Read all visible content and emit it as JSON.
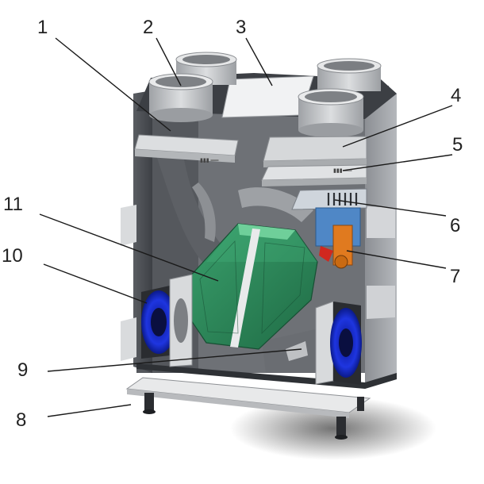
{
  "colors": {
    "background": "#ffffff",
    "casing_dark": "#4a4d52",
    "casing_mid": "#7a7d82",
    "casing_light": "#c9cbce",
    "duct": "#b8babd",
    "heat_exchanger": "#2f8a5c",
    "fan_blue": "#1b2fd6",
    "filter": "#d6d8da",
    "bypass_orange": "#e07a1f",
    "bypass_blue": "#4f87c6"
  },
  "callouts": [
    {
      "id": "1",
      "label": "1"
    },
    {
      "id": "2",
      "label": "2"
    },
    {
      "id": "3",
      "label": "3"
    },
    {
      "id": "4",
      "label": "4"
    },
    {
      "id": "5",
      "label": "5"
    },
    {
      "id": "6",
      "label": "6"
    },
    {
      "id": "7",
      "label": "7"
    },
    {
      "id": "8",
      "label": "8"
    },
    {
      "id": "9",
      "label": "9"
    },
    {
      "id": "10",
      "label": "10"
    },
    {
      "id": "11",
      "label": "11"
    }
  ]
}
